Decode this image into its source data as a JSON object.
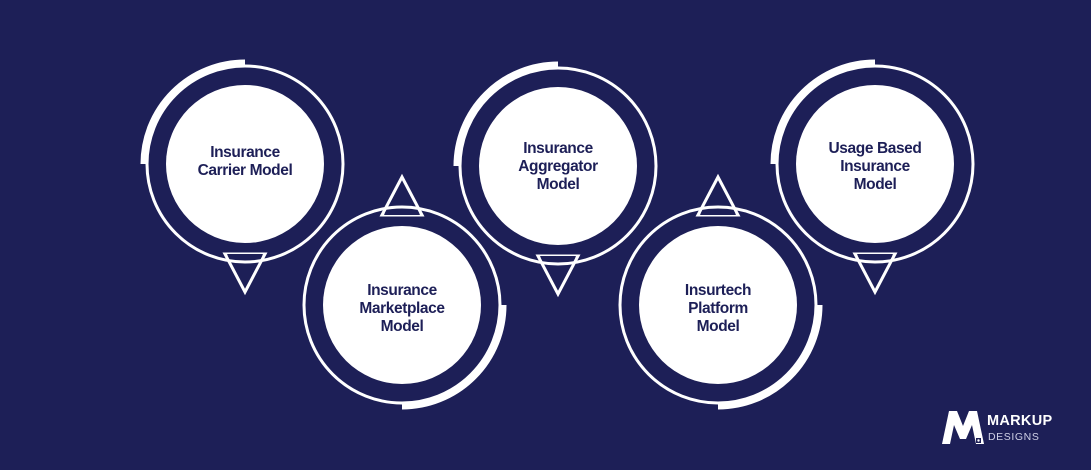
{
  "background_color": "#1d1f57",
  "ring_color": "#ffffff",
  "nodes": [
    {
      "lines": [
        "Insurance",
        "Carrier Model"
      ],
      "pointer": "down"
    },
    {
      "lines": [
        "Insurance",
        "Marketplace",
        "Model"
      ],
      "pointer": "up"
    },
    {
      "lines": [
        "Insurance",
        "Aggregator",
        "Model"
      ],
      "pointer": "down"
    },
    {
      "lines": [
        "Insurtech",
        "Platform",
        "Model"
      ],
      "pointer": "up"
    },
    {
      "lines": [
        "Usage Based",
        "Insurance",
        "Model"
      ],
      "pointer": "down"
    }
  ],
  "logo": {
    "icon": "markup-m-logo-icon",
    "word": "MARKUP",
    "sub": "DESIGNS"
  }
}
